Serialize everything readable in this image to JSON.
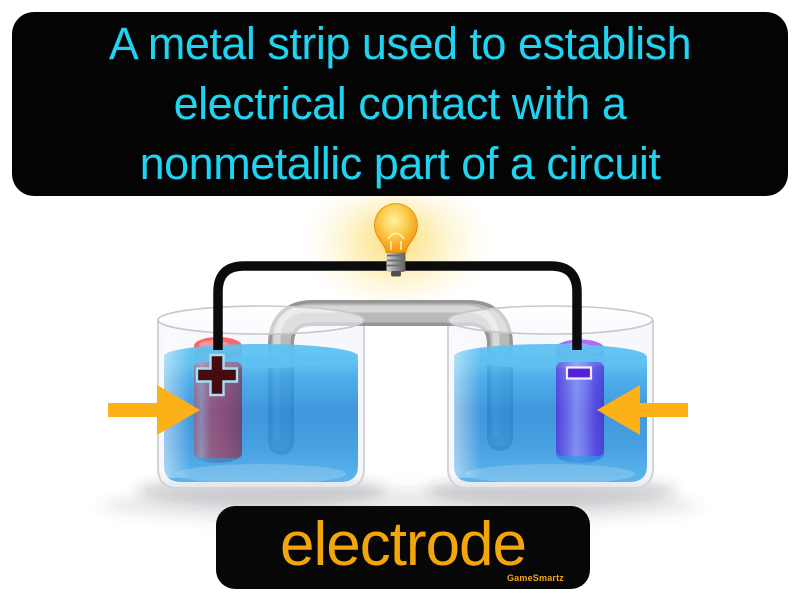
{
  "page": {
    "background": "#FFFFFF"
  },
  "definition_box": {
    "bg_color": "#040404",
    "text_color": "#1FD3F1",
    "lines": [
      "A metal strip used to establish",
      "electrical contact with a",
      "nonmetallic part of a circuit"
    ],
    "full_text": "A metal strip used to establish electrical contact with a nonmetallic part of a circuit"
  },
  "term_box": {
    "bg_color": "#070707",
    "term": "electrode",
    "term_color": "#F3A60B",
    "watermark": "GameSmartz",
    "watermark_color": "#F3A60B"
  },
  "diagram": {
    "left_electrode": {
      "polarity": "+",
      "color": "#EF1C22",
      "sign_color": "#470A0F",
      "sign_outline": "#A8DEF5"
    },
    "right_electrode": {
      "polarity": "−",
      "color": "#7B2BEB",
      "sign_color": "#5520D8",
      "sign_outline": "#F2EFFA"
    },
    "icons": {
      "bulb": "lit-lightbulb-icon",
      "left_arrow": "arrow-pointing-right",
      "right_arrow": "arrow-pointing-left",
      "plus": "plus-sign",
      "minus": "minus-sign"
    },
    "colors": {
      "wire": "#0C0C0C",
      "salt_bridge": "#AFAFAF",
      "water": "#2496E2",
      "bulb_glow": "#FBDF7E",
      "bulb_body": "#F5A01A",
      "arrows": "#FBB117",
      "glass": "#E9EDF2"
    }
  }
}
